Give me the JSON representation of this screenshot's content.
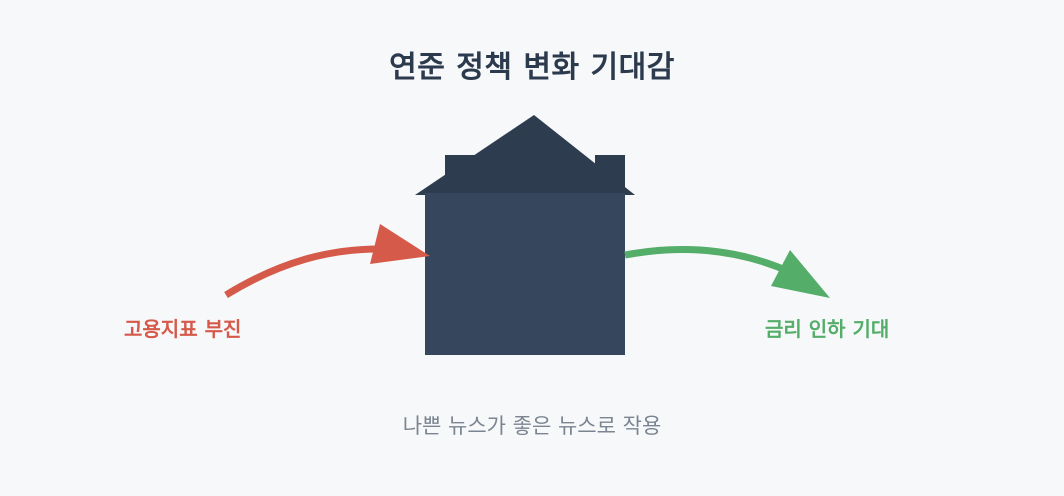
{
  "title": "연준 정책 변화 기대감",
  "left_label": "고용지표 부진",
  "right_label": "금리 인하 기대",
  "caption": "나쁜 뉴스가 좋은 뉴스로 작용",
  "colors": {
    "background": "#f7f8fa",
    "title": "#2c3a4d",
    "house_body": "#36465c",
    "house_roof": "#2e3c50",
    "left_arrow": "#d55a4a",
    "right_arrow": "#54ad69",
    "caption": "#7a8591"
  },
  "icons": {
    "center": "house-icon",
    "left": "curved-arrow-right-icon",
    "right": "curved-arrow-down-right-icon"
  }
}
